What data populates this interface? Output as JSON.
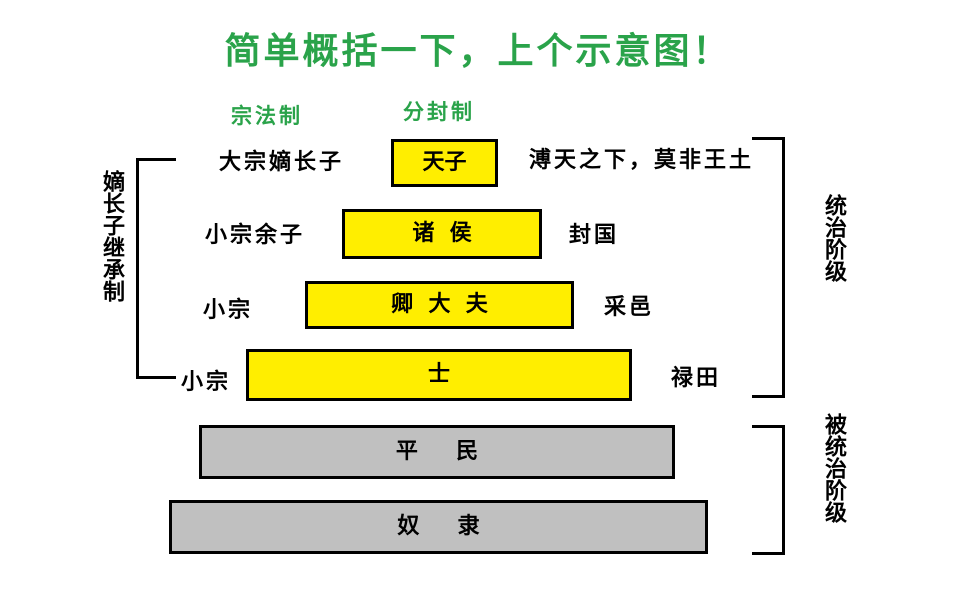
{
  "title": "简单概括一下，上个示意图！",
  "headers": {
    "clan_system": "宗法制",
    "enfeoffment": "分封制"
  },
  "tiers": [
    {
      "label": "天子",
      "left_label": "大宗嫡长子",
      "right_label": "溥天之下，莫非王土",
      "fill": "#ffee00"
    },
    {
      "label": "诸  侯",
      "left_label": "小宗余子",
      "right_label": "封国",
      "fill": "#ffee00"
    },
    {
      "label": "卿  大  夫",
      "left_label": "小宗",
      "right_label": "采邑",
      "fill": "#ffee00"
    },
    {
      "label": "士",
      "left_label": "小宗",
      "right_label": "禄田",
      "fill": "#ffee00"
    },
    {
      "label": "平     民",
      "fill": "#c0c0c0"
    },
    {
      "label": "奴     隶",
      "fill": "#c0c0c0"
    }
  ],
  "side_labels": {
    "left": "嫡长子继承制",
    "right_top": "统治阶级",
    "right_bottom": "被统治阶级"
  },
  "colors": {
    "title": "#2aa34a",
    "header": "#2aa34a",
    "ruling": "#ffee00",
    "ruled": "#c0c0c0"
  }
}
